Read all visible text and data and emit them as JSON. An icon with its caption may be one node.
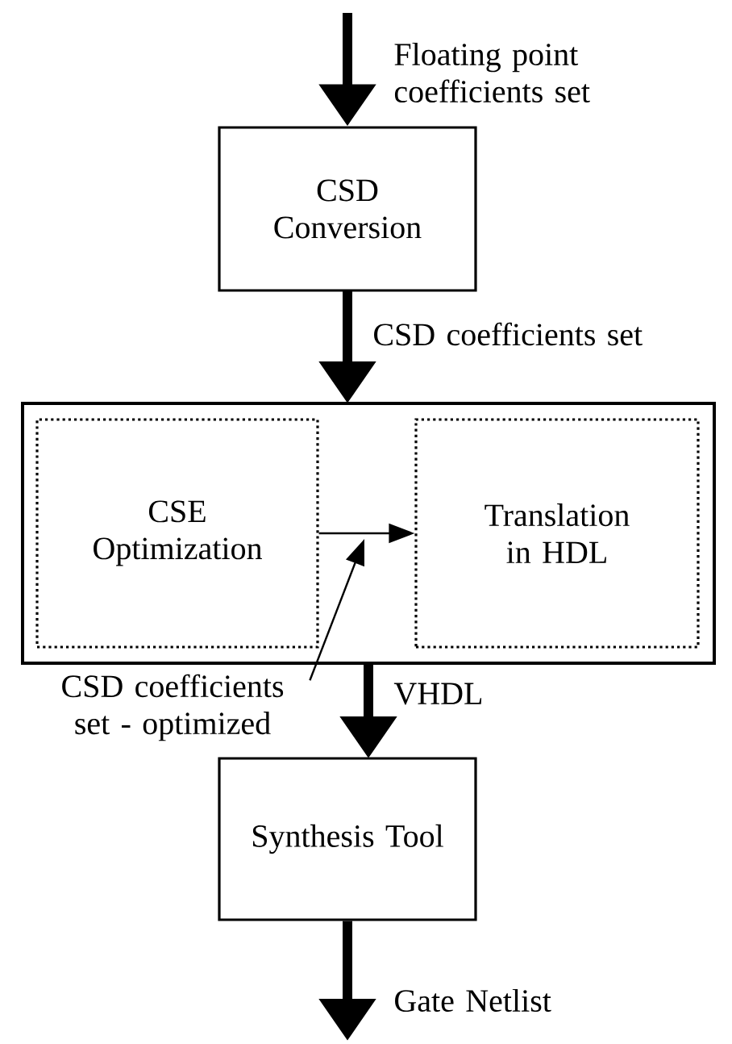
{
  "diagram": {
    "nodes": [
      {
        "text": [
          "CSD Conversion"
        ]
      },
      {
        "text": [],
        "shape": "box"
      },
      {
        "text": [
          "CSE Optimization"
        ],
        "in": 1
      },
      {
        "text": [
          "Translation in HDL"
        ],
        "in": 1
      },
      {
        "text": [
          "Synthesis Tool"
        ]
      },
      {
        "text": [
          "CSD coefficients set - optimized"
        ]
      }
    ],
    "edges": [
      {
        "from": null,
        "to": 0,
        "arrow": "to",
        "label": "Floating point coefficients set"
      },
      {
        "from": 0,
        "to": 1,
        "arrow": "to",
        "label": "CSD coefficients set"
      },
      {
        "from": 2,
        "to": 3,
        "arrow": "to"
      },
      {
        "from": 1,
        "to": 4,
        "arrow": "to",
        "label": "VHDL"
      },
      {
        "from": 4,
        "to": null,
        "arrow": "to",
        "label": "Gate Netlist"
      },
      {
        "from": 5,
        "to": null,
        "arrow": "to"
      }
    ]
  }
}
